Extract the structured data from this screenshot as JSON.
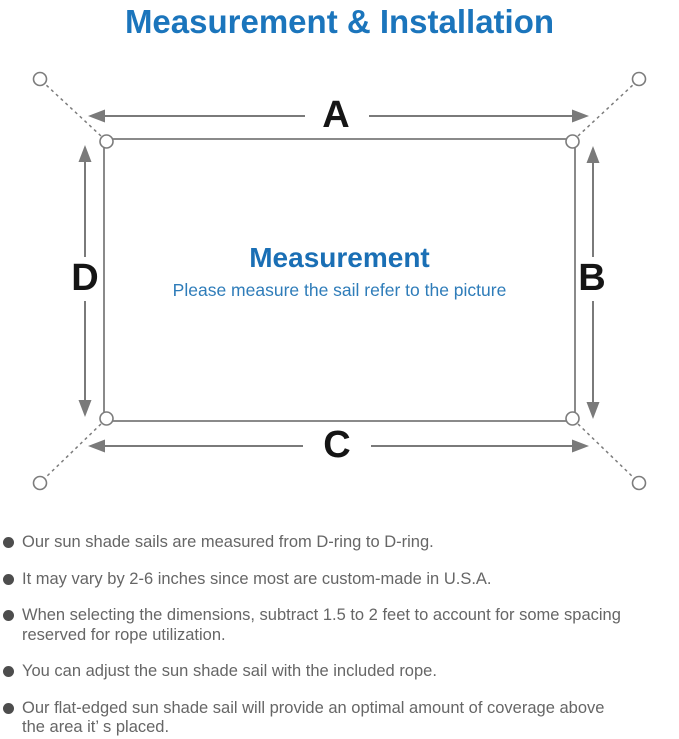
{
  "title": "Measurement & Installation",
  "diagram": {
    "labels": {
      "top": "A",
      "right": "B",
      "bottom": "C",
      "left": "D"
    },
    "center_title": "Measurement",
    "center_subtitle": "Please measure the sail refer to the picture"
  },
  "bullets": [
    {
      "lines": [
        "Our sun shade sails are measured from D-ring to D-ring."
      ]
    },
    {
      "lines": [
        "It may vary by 2-6 inches since most are custom-made in U.S.A."
      ]
    },
    {
      "lines": [
        "When selecting the dimensions, subtract 1.5 to 2 feet to account for some spacing",
        "reserved for rope utilization."
      ]
    },
    {
      "lines": [
        "You can adjust the sun shade sail with the included rope."
      ]
    },
    {
      "lines": [
        "Our flat-edged sun shade sail will provide an optimal amount of coverage above",
        "the area it’ s placed."
      ]
    }
  ],
  "colors": {
    "title_blue": "#1b75bc",
    "heading_blue": "#1a6fb5",
    "subtitle_blue": "#2e7cb9",
    "line_gray": "#7c7c7c",
    "text_gray": "#666666",
    "label_black": "#151515"
  }
}
